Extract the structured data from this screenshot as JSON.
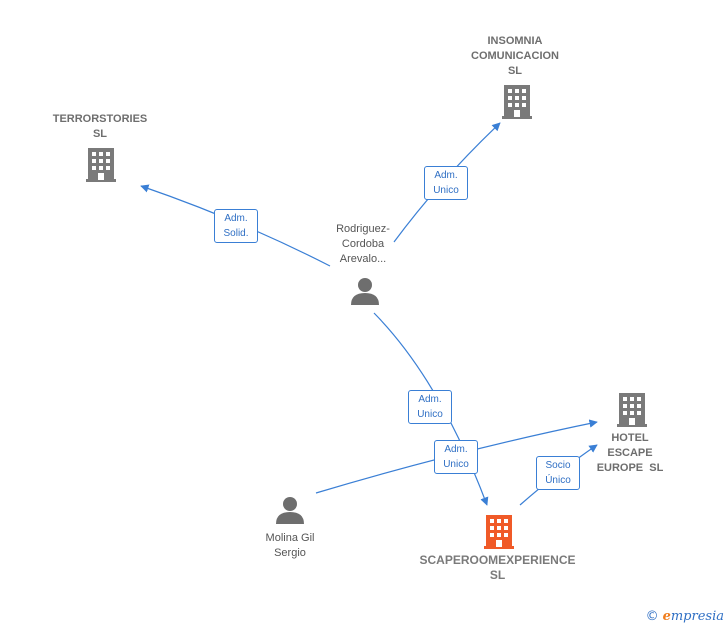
{
  "nodes": {
    "terrorstories": {
      "label_lines": [
        "TERRORSTORIES",
        "SL"
      ],
      "type": "company"
    },
    "insomnia": {
      "label_lines": [
        "INSOMNIA",
        "COMUNICACION",
        "SL"
      ],
      "type": "company"
    },
    "rodriguez": {
      "label_lines": [
        "Rodriguez-",
        "Cordoba",
        "Arevalo..."
      ],
      "type": "person"
    },
    "hotel": {
      "label_lines": [
        "HOTEL",
        "ESCAPE",
        "EUROPE  SL"
      ],
      "type": "company"
    },
    "molina": {
      "label_lines": [
        "Molina Gil",
        "Sergio"
      ],
      "type": "person"
    },
    "scaperoom": {
      "label_lines": [
        "SCAPEROOMEXPERIENCE",
        "SL"
      ],
      "type": "company-focus"
    }
  },
  "edges": {
    "rod_terror": {
      "label_lines": [
        "Adm.",
        "Solid."
      ]
    },
    "rod_insomnia": {
      "label_lines": [
        "Adm.",
        "Unico"
      ]
    },
    "rod_scape": {
      "label_lines": [
        "Adm.",
        "Unico"
      ]
    },
    "molina_hotel": {
      "label_lines": [
        "Adm.",
        "Unico"
      ]
    },
    "scape_hotel": {
      "label_lines": [
        "Socio",
        "Único"
      ]
    }
  },
  "colors": {
    "edge": "#3a7fd5",
    "company_icon": "#7a7a7a",
    "focus_icon": "#f05a28",
    "person_icon": "#6e6e6e"
  },
  "watermark": {
    "copyright": "©",
    "brand_initial": "e",
    "brand_rest": "mpresia"
  }
}
